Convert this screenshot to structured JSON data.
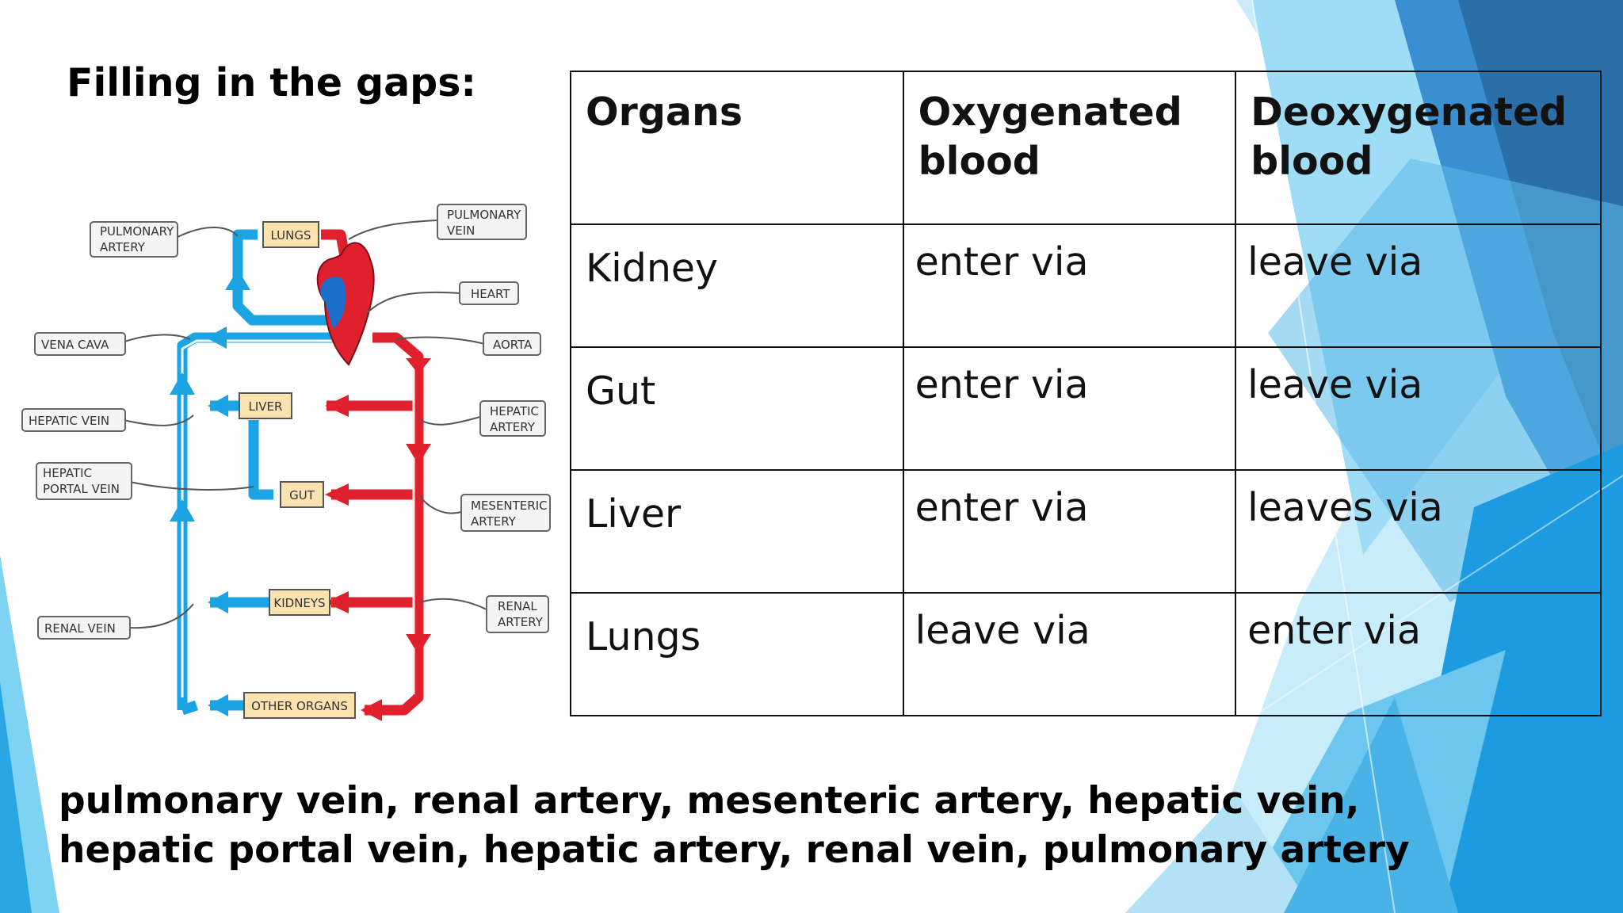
{
  "slide": {
    "title": "Filling in the gaps:",
    "accent_colors": [
      "#1ba3e3",
      "#7fd3f2",
      "#2a6fa8",
      "#c8ecfa"
    ]
  },
  "diagram": {
    "labels": {
      "pulmonary_artery": [
        "PULMONARY",
        "ARTERY"
      ],
      "pulmonary_vein": [
        "PULMONARY",
        "VEIN"
      ],
      "heart": "HEART",
      "vena_cava": "VENA  CAVA",
      "aorta": "AORTA",
      "hepatic_vein": "HEPATIC  VEIN",
      "hepatic_artery": [
        "HEPATIC",
        "ARTERY"
      ],
      "hepatic_portal_vein": [
        "HEPATIC",
        "PORTAL  VEIN"
      ],
      "mesenteric_artery": [
        "MESENTERIC",
        "ARTERY"
      ],
      "renal_vein": "RENAL  VEIN",
      "renal_artery": [
        "RENAL",
        "ARTERY"
      ]
    },
    "organs": {
      "lungs": "LUNGS",
      "liver": "LIVER",
      "gut": "GUT",
      "kidneys": "KIDNEYS",
      "other_organs": "OTHER  ORGANS"
    },
    "colors": {
      "vein": "#1ba3e3",
      "artery": "#e0202d",
      "organ": "#fbe2ae"
    }
  },
  "table": {
    "headers": {
      "organs": "Organs",
      "oxygenated": [
        "Oxygenated",
        "blood"
      ],
      "deoxygenated": [
        "Deoxygenated",
        "blood"
      ]
    },
    "rows": [
      {
        "organ": "Kidney",
        "oxygenated": "enter via",
        "deoxygenated": "leave via"
      },
      {
        "organ": "Gut",
        "oxygenated": "enter via",
        "deoxygenated": "leave via"
      },
      {
        "organ": "Liver",
        "oxygenated": "enter via",
        "deoxygenated": "leaves via"
      },
      {
        "organ": "Lungs",
        "oxygenated": "leave via",
        "deoxygenated": "enter via"
      }
    ]
  },
  "word_bank": [
    "pulmonary vein, renal artery, mesenteric artery, hepatic vein,",
    "hepatic portal vein, hepatic artery, renal vein, pulmonary artery"
  ]
}
